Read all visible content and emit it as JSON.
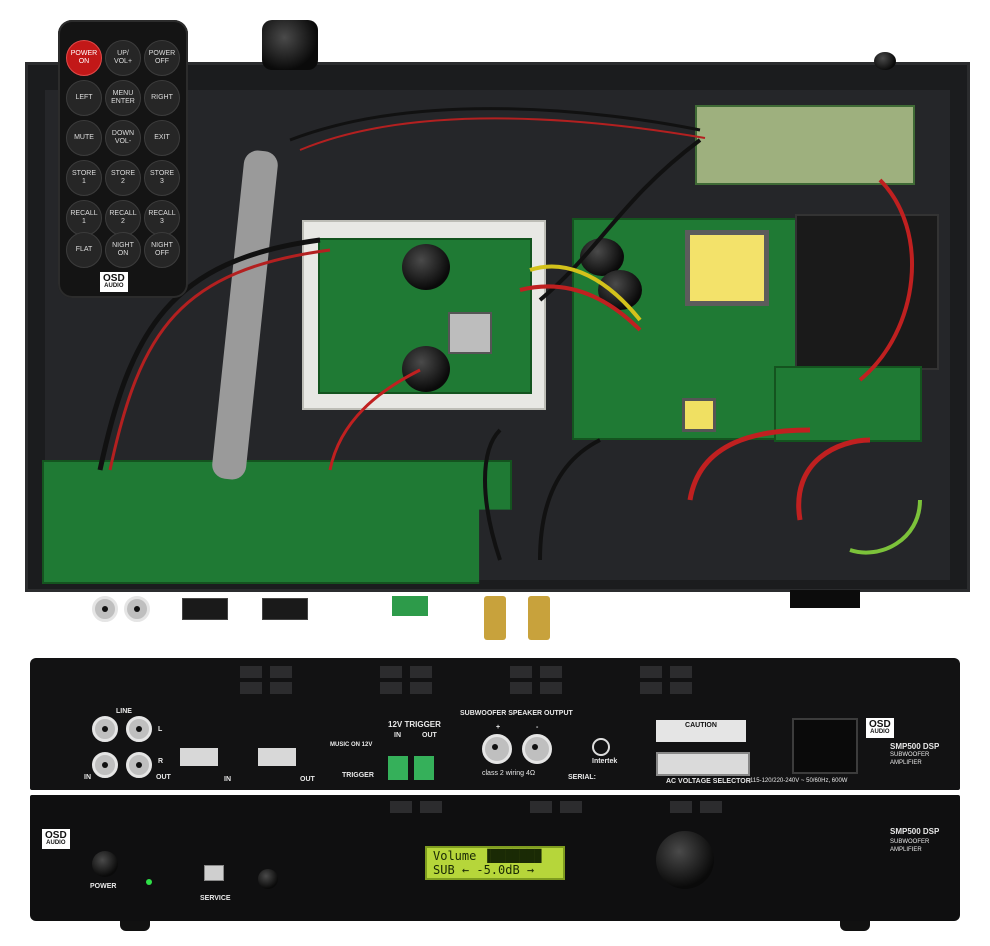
{
  "remote": {
    "buttons": [
      "POWER\nON",
      "UP/\nVOL+",
      "POWER\nOFF",
      "LEFT",
      "MENU\nENTER",
      "RIGHT",
      "MUTE",
      "DOWN\nVOL-",
      "EXIT",
      "STORE\n1",
      "STORE\n2",
      "STORE\n3",
      "RECALL\n1",
      "RECALL\n2",
      "RECALL\n3",
      "FLAT",
      "NIGHT\nON",
      "NIGHT\nOFF"
    ],
    "logo_top": "OSD",
    "logo_bottom": "AUDIO"
  },
  "rear_panel": {
    "line": "LINE",
    "in": "IN",
    "out_left": "OUT",
    "l": "L",
    "r": "R",
    "dip_in": "IN",
    "dip_out": "OUT",
    "music_on_12v": "MUSIC  ON  12V",
    "trigger": "TRIGGER",
    "trigger_12v": "12V TRIGGER",
    "trigger_in": "IN",
    "trigger_out": "OUT",
    "speaker_output": "SUBWOOFER SPEAKER OUTPUT",
    "plus": "+",
    "minus": "-",
    "wiring": "class 2 wiring  4Ω",
    "intertek": "Intertek",
    "serial": "SERIAL:",
    "caution": "CAUTION",
    "ac_selector": "AC VOLTAGE SELECTOR",
    "power_spec": "115-120/220-240V ~ 50/60Hz, 600W",
    "logo_top": "OSD",
    "logo_bottom": "AUDIO",
    "model": "SMP500 DSP",
    "sub1": "SUBWOOFER",
    "sub2": "AMPLIFIER"
  },
  "front_panel": {
    "logo_top": "OSD",
    "logo_bottom": "AUDIO",
    "power": "POWER",
    "service": "SERVICE",
    "model": "SMP500 DSP",
    "sub1": "SUBWOOFER",
    "sub2": "AMPLIFIER",
    "lcd_line1": "Volume ▐███████",
    "lcd_line2": "SUB ←  -5.0dB →"
  }
}
